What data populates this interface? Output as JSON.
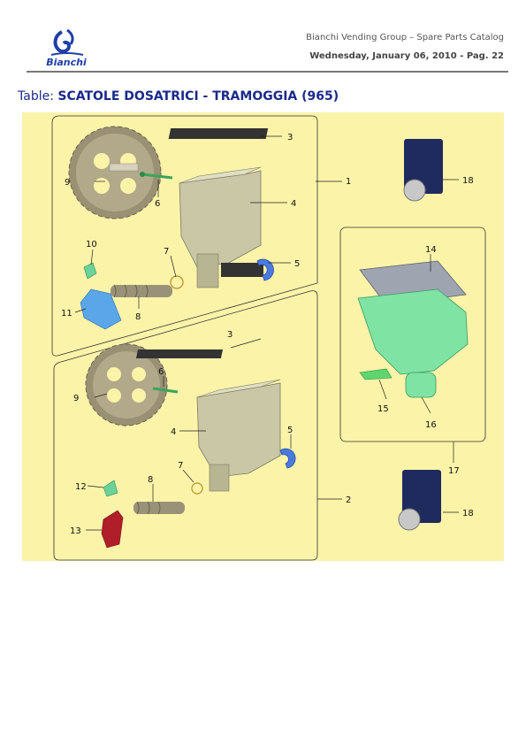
{
  "header": {
    "brand": "Bianchi",
    "catalog": "Bianchi Vending Group – Spare Parts Catalog",
    "date_page": "Wednesday, January 06, 2010 - Pag.  22"
  },
  "table": {
    "label": "Table:",
    "title": "SCATOLE DOSATRICI - TRAMOGGIA (965)"
  },
  "callouts": {
    "c1": "1",
    "c2": "2",
    "c3a": "3",
    "c3b": "3",
    "c4a": "4",
    "c4b": "4",
    "c5a": "5",
    "c5b": "5",
    "c6a": "6",
    "c6b": "6",
    "c7a": "7",
    "c7b": "7",
    "c8a": "8",
    "c8b": "8",
    "c9a": "9",
    "c9b": "9",
    "c10": "10",
    "c11": "11",
    "c12": "12",
    "c13": "13",
    "c14": "14",
    "c15": "15",
    "c16": "16",
    "c17": "17",
    "c18a": "18",
    "c18b": "18"
  },
  "colors": {
    "diagram_bg": "#fbf3a8",
    "title_blue": "#1a2a8a",
    "logo_blue": "#1f3fa8"
  }
}
